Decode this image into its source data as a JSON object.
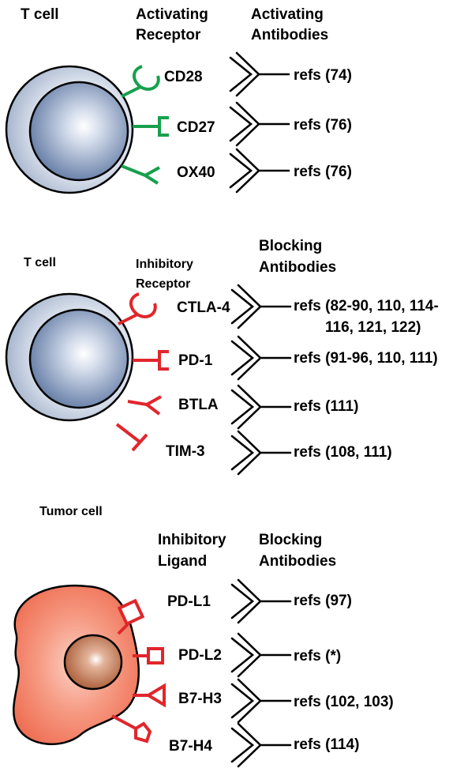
{
  "colors": {
    "activating_receptor": "#17a04d",
    "inhibitory_receptor": "#e0262c",
    "t_cell_body": "#b9c5d9",
    "t_cell_nucleus": "#7d92b8",
    "tumor_cell_body": "#f6937d",
    "tumor_cell_nucleus": "#b8673f"
  },
  "panel1": {
    "cell_label": "T cell",
    "receptor_header": [
      "Activating",
      "Receptor"
    ],
    "antibody_header": [
      "Activating",
      "Antibodies"
    ],
    "rows": [
      {
        "receptor": "CD28",
        "refs": [
          "refs (74)"
        ],
        "receptor_shape": "cup"
      },
      {
        "receptor": "CD27",
        "refs": [
          "refs (76)"
        ],
        "receptor_shape": "bracket"
      },
      {
        "receptor": "OX40",
        "refs": [
          "refs (76)"
        ],
        "receptor_shape": "y"
      }
    ]
  },
  "panel2": {
    "cell_label": "T cell",
    "receptor_header": [
      "Inhibitory",
      "Receptor"
    ],
    "antibody_header": [
      "Blocking",
      "Antibodies"
    ],
    "rows": [
      {
        "receptor": "CTLA-4",
        "refs": [
          "refs (82-90, 110, 114-",
          "116, 121, 122)"
        ],
        "receptor_shape": "cup"
      },
      {
        "receptor": "PD-1",
        "refs": [
          "refs (91-96, 110, 111)"
        ],
        "receptor_shape": "bracket"
      },
      {
        "receptor": "BTLA",
        "refs": [
          "refs (111)"
        ],
        "receptor_shape": "y"
      },
      {
        "receptor": "TIM-3",
        "refs": [
          "refs (108, 111)"
        ],
        "receptor_shape": "tee"
      }
    ]
  },
  "panel3": {
    "cell_label": "Tumor cell",
    "ligand_header": [
      "Inhibitory",
      "Ligand"
    ],
    "antibody_header": [
      "Blocking",
      "Antibodies"
    ],
    "rows": [
      {
        "ligand": "PD-L1",
        "refs": [
          "refs (97)"
        ],
        "ligand_shape": "square"
      },
      {
        "ligand": "PD-L2",
        "refs": [
          "refs (*)"
        ],
        "ligand_shape": "small-square"
      },
      {
        "ligand": "B7-H3",
        "refs": [
          "refs (102, 103)"
        ],
        "ligand_shape": "triangle"
      },
      {
        "ligand": "B7-H4",
        "refs": [
          "refs (114)"
        ],
        "ligand_shape": "pentagon"
      }
    ]
  }
}
